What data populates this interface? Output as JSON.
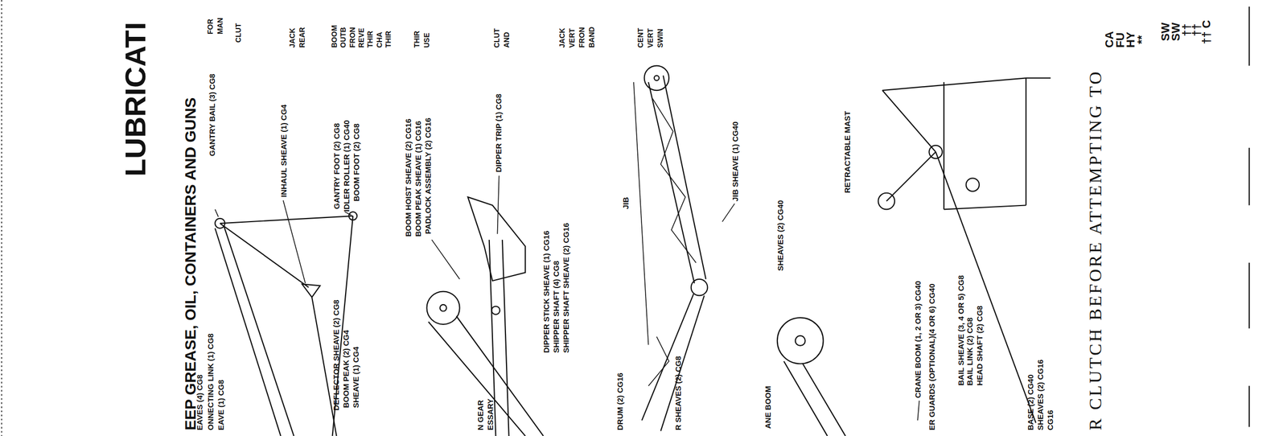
{
  "diagram": {
    "title": "LUBRICATI",
    "labels": [
      "EEP GREASE, OIL, CONTAINERS AND GUNS",
      "FOR",
      "MAN",
      "CLUT",
      "JACK",
      "REAR",
      "BOOM",
      "OUTB",
      "FRON",
      "REVE",
      "THIR",
      "CHA",
      "THIR",
      "THIR",
      "USE",
      "CLUT",
      "AND",
      "JACK",
      "VERT",
      "FRON",
      "BAND",
      "CENT",
      "VERT",
      "SWIN",
      "GANTRY BAIL (3) CG8",
      "EAVES (4) CG8",
      "ONNECTING LINK (1) CG8",
      "EAVE (1) CG8",
      "INHAUL SHEAVE (1) CG4",
      "GANTRY FOOT (2) CG8",
      "IDLER ROLLER (1) CG40",
      "BOOM FOOT (2) CG8",
      "DEFLECTOR SHEAVE (2) CG8",
      "BOOM PEAK (2) CG4",
      "SHEAVE (1) CG4",
      "BOOM HOIST SHEAVE (2) CG16",
      "BOOM PEAK SHEAVE (1) CG16",
      "PADLOCK ASSEMBLY (2) CG16",
      "N GEAR",
      "ESSARY",
      "DIPPER TRIP (1) CG8",
      "DIPPER STICK SHEAVE (1) CG16",
      "SHIPPER SHAFT (4) CG8",
      "SHIPPER SHAFT SHEAVE (2) CG16",
      "JIB",
      "DRUM (2) CG16",
      "R SHEAVES (2) CG8",
      "JIB SHEAVE (1) CG40",
      "SHEAVES (2) CG40",
      "ANE BOOM",
      "RETRACTABLE MAST",
      "CRANE BOOM (1, 2 OR 3) CG40",
      "ER GUARDS (OPTIONAL)(4 OR 6) CG40",
      "BAIL SHEAVE (3, 4 OR 5) CG8",
      "BAIL LINK (2) CG8",
      "HEAD SHAFT (2) CG8",
      "BASE (2) CG40",
      "SHEAVES (2) CG16",
      "CG16",
      "R CLUTCH BEFORE ATTEMPTING TO",
      "CA",
      "FU",
      "HY",
      "**",
      "SW",
      "SW",
      "††",
      "††",
      "†† C"
    ]
  }
}
